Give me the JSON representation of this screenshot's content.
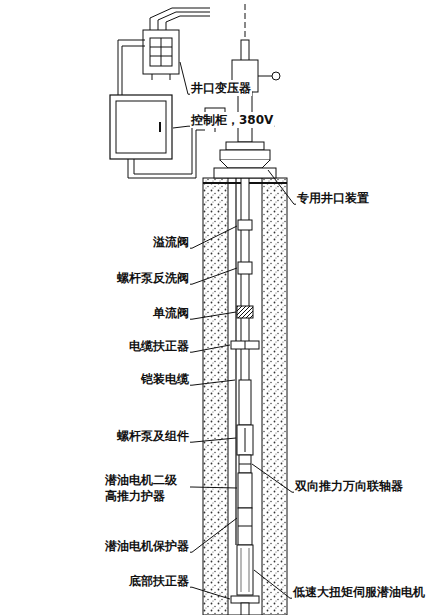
{
  "diagram": {
    "labels": [
      "井口变压器",
      "控制柜，380V",
      "专用井口装置",
      "溢流阀",
      "螺杆泵反洗阀",
      "单流阀",
      "电缆扶正器",
      "铠装电缆",
      "螺杆泵及组件",
      "潜油电机二级 高推力护器",
      "潜油电机保护器",
      "底部扶正器",
      "双向推力万向联轴器",
      "低速大扭矩伺服潜油电机"
    ]
  }
}
